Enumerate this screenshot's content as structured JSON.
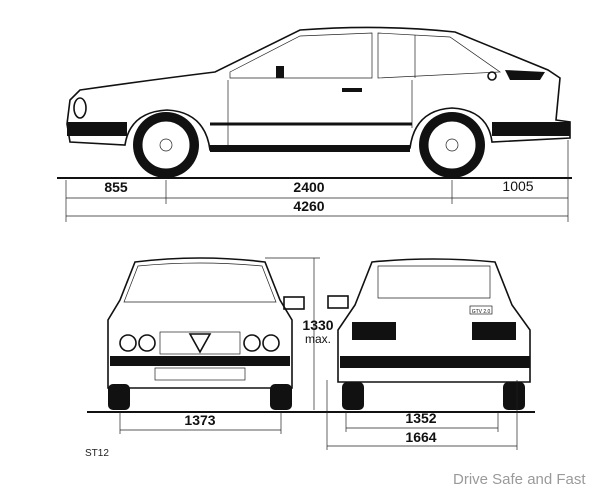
{
  "title_code": "ST12",
  "watermark": "Drive Safe and Fast",
  "side_view": {
    "front_overhang": "855",
    "wheelbase": "2400",
    "rear_overhang": "1005",
    "overall_length": "4260"
  },
  "front_view": {
    "front_track": "1373",
    "height": "1330",
    "height_note": "max."
  },
  "rear_view": {
    "rear_track": "1352",
    "overall_width": "1664",
    "badge": "GTV 2.0"
  }
}
